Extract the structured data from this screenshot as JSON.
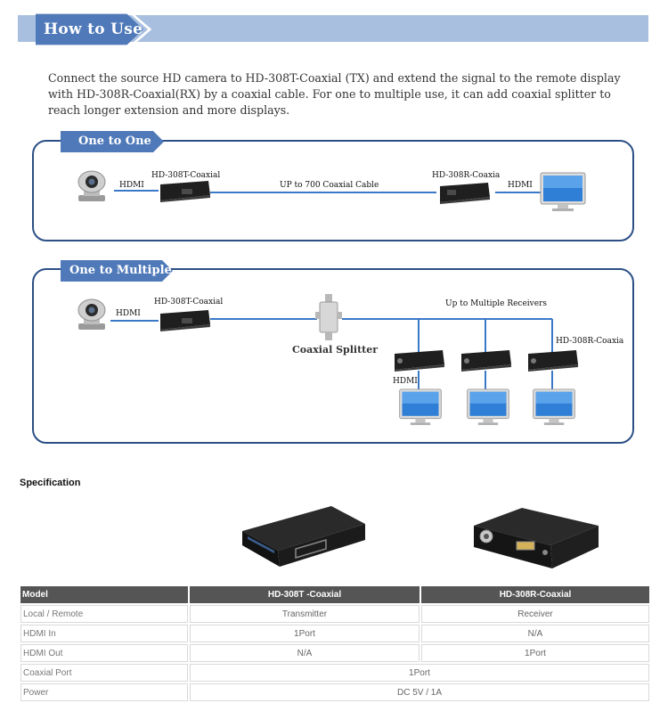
{
  "header": {
    "title": "How to Use"
  },
  "intro": "Connect the source HD camera to HD-308T-Coaxial (TX) and extend the signal to the remote display with HD-308R-Coaxial(RX) by a coaxial cable. For one to multiple use, it can add coaxial splitter to reach longer extension and more displays.",
  "one_to_one": {
    "title": "One  to One",
    "hdmi_in": "HDMI",
    "tx_label": "HD-308T-Coaxial",
    "cable_label": "UP  to 700 Coaxial Cable",
    "rx_label": "HD-308R-Coaxia",
    "hdmi_out": "HDMI"
  },
  "one_to_multiple": {
    "title": "One  to Multiple",
    "hdmi_in": "HDMI",
    "tx_label": "HD-308T-Coaxial",
    "splitter_label": "Coaxial Splitter",
    "receivers_label": "Up to Multiple Receivers",
    "rx_label": "HD-308R-Coaxia",
    "hdmi_out": "HDMI"
  },
  "specification": {
    "title": "Specification",
    "headers": [
      "Model",
      "HD-308T -Coaxial",
      "HD-308R-Coaxial"
    ],
    "rows": [
      {
        "label": "Local / Remote",
        "tx": "Transmitter",
        "rx": "Receiver"
      },
      {
        "label": "HDMI In",
        "tx": "1Port",
        "rx": "N/A"
      },
      {
        "label": "HDMI Out",
        "tx": "N/A",
        "rx": "1Port"
      }
    ],
    "merged_rows": [
      {
        "label": "Coaxial Port",
        "value": "1Port"
      },
      {
        "label": "Power",
        "value": "DC 5V / 1A"
      }
    ]
  },
  "colors": {
    "accent": "#4f79b8",
    "panel_border": "#2c4f86",
    "banner": "#a8bfe0",
    "table_header": "#555555"
  }
}
